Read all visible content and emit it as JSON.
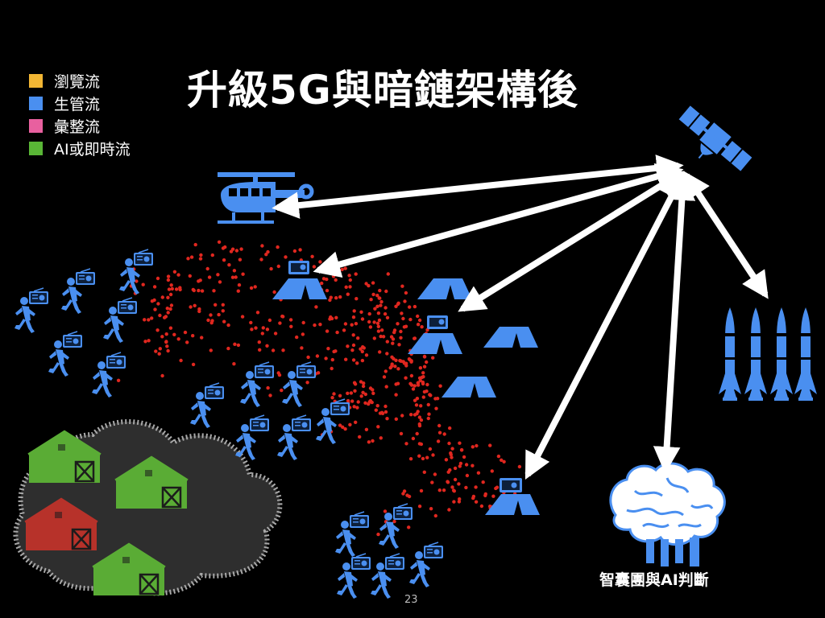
{
  "slide": {
    "title": "升級5G與暗鏈架構後",
    "page_number": "23",
    "ai_label": "智囊團與AI判斷"
  },
  "legend": [
    {
      "label": "瀏覽流",
      "color": "#f2b634"
    },
    {
      "label": "生管流",
      "color": "#4a8ff0"
    },
    {
      "label": "彙整流",
      "color": "#e8609f"
    },
    {
      "label": "AI或即時流",
      "color": "#59b636"
    }
  ],
  "colors": {
    "unit_blue": "#4a8ff0",
    "dot_red": "#e0271f",
    "barn_green": "#5aac35",
    "barn_red": "#b7322a",
    "link_white": "#ffffff"
  },
  "icons": [
    "satellite-icon",
    "helicopter-icon",
    "tent-icon",
    "rocket-icon",
    "brain-icon",
    "soldier-radio-icon",
    "barn-icon",
    "cloud-icon"
  ]
}
